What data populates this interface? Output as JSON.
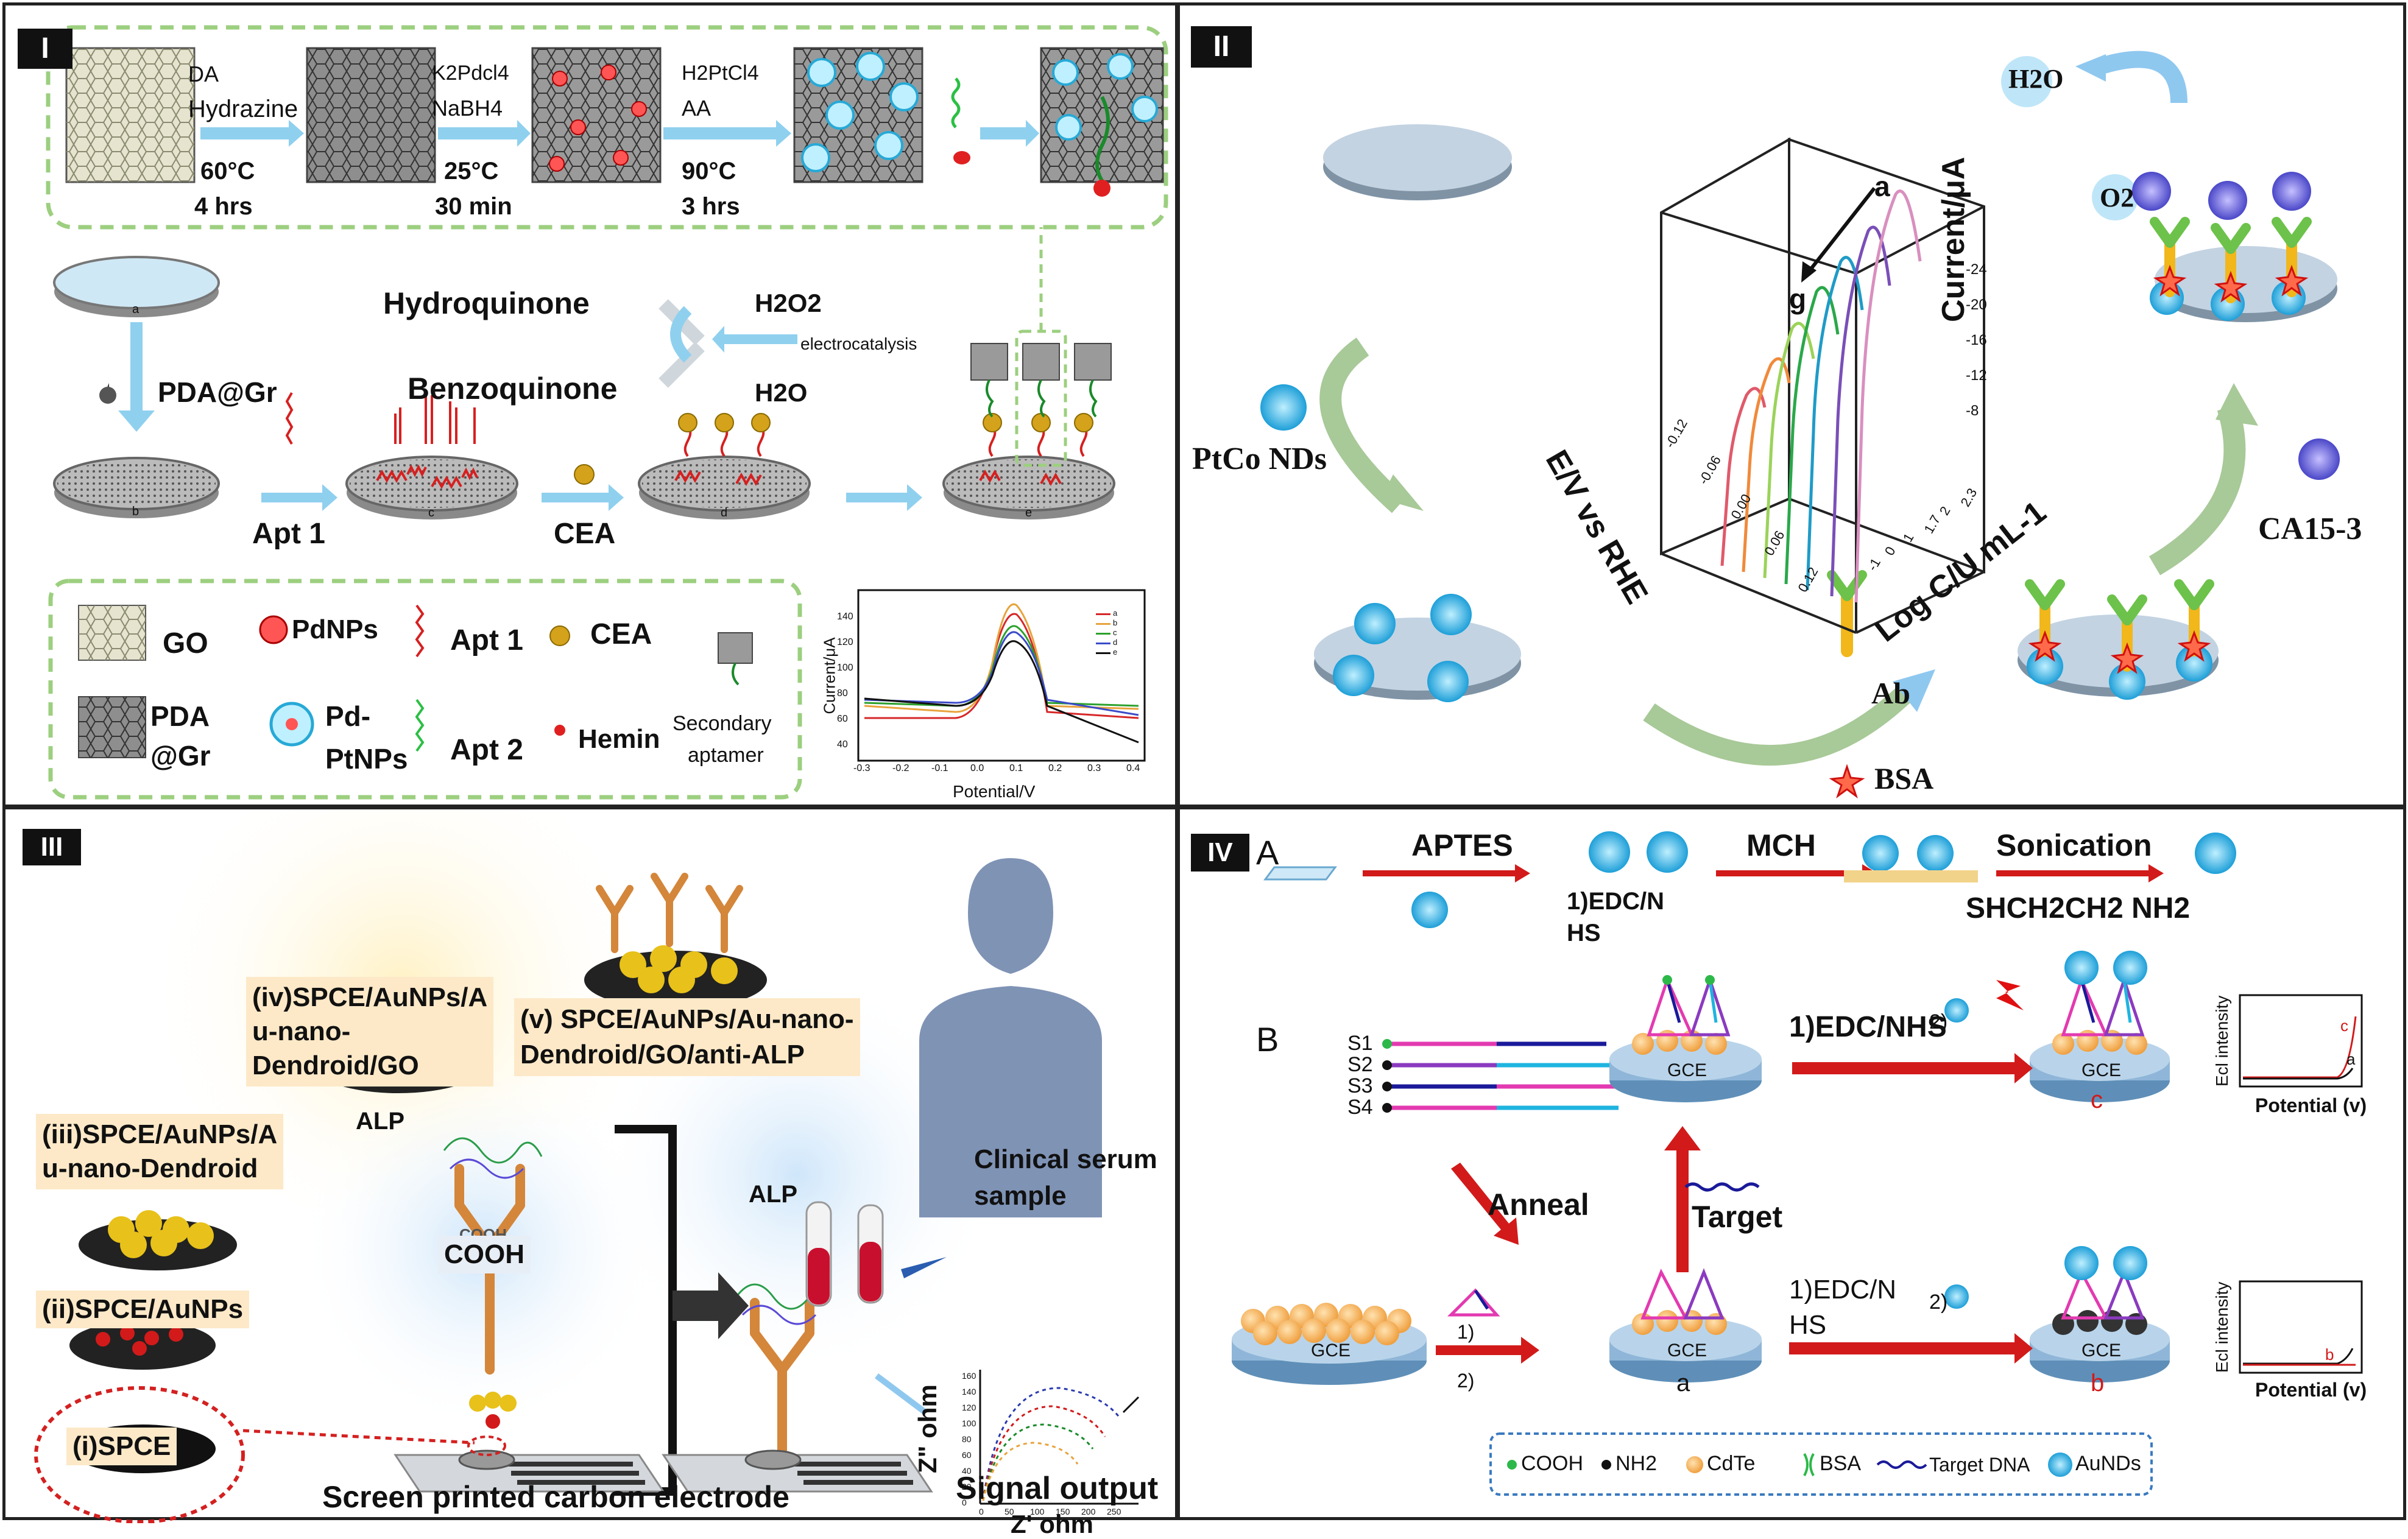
{
  "panels": {
    "p1": {
      "label": "I",
      "step1": {
        "reagent_a": "DA",
        "reagent_b": "Hydrazine",
        "temp": "60°C",
        "time": "4 hrs"
      },
      "step2": {
        "reagent_a": "K2Pdcl4",
        "reagent_b": "NaBH4",
        "temp": "25°C",
        "time": "30 min"
      },
      "step3": {
        "reagent_a": "H2PtCl4",
        "reagent_b": "AA",
        "temp": "90°C",
        "time": "3 hrs"
      },
      "pda_gr": "PDA@Gr",
      "apt1": "Apt 1",
      "cea": "CEA",
      "hydroquinone": "Hydroquinone",
      "benzoquinone": "Benzoquinone",
      "h2o2": "H2O2",
      "electrocatalysis": "electrocatalysis",
      "h2o": "H2O",
      "sub_labels": [
        "a",
        "b",
        "c",
        "d",
        "e"
      ],
      "legend": {
        "go": "GO",
        "pdnps": "PdNPs",
        "apt1": "Apt 1",
        "cea": "CEA",
        "pda_gr_a": "PDA",
        "pda_gr_b": "@Gr",
        "pd_ptnps_a": "Pd-",
        "pd_ptnps_b": "PtNPs",
        "apt2": "Apt 2",
        "hemin": "Hemin",
        "secondary_a": "Secondary",
        "secondary_b": "aptamer"
      },
      "inset": {
        "xlabel": "Potential/V",
        "ylabel": "Current/μA",
        "xticks": [
          "-0.3",
          "-0.2",
          "-0.1",
          "0.0",
          "0.1",
          "0.2",
          "0.3",
          "0.4"
        ],
        "yticks": [
          "40",
          "60",
          "80",
          "100",
          "120",
          "140"
        ],
        "legend": [
          "a",
          "b",
          "c",
          "d",
          "e"
        ],
        "colors": [
          "#d62728",
          "#e8a33d",
          "#2ca02c",
          "#3b4bc8",
          "#111111"
        ]
      }
    },
    "p2": {
      "label": "II",
      "ptco": "PtCo NDs",
      "h2o": "H2O",
      "o2": "O2",
      "ab": "Ab",
      "bsa": "BSA",
      "ca153": "CA15-3",
      "chart": {
        "label_a": "a",
        "label_g": "g",
        "zlabel": "Current/μA",
        "xlabel": "E/V vs RHE",
        "ylabel": "Log C/U mL-1",
        "zticks": [
          "-24",
          "-20",
          "-16",
          "-12",
          "-8"
        ],
        "xticks": [
          "-0.12",
          "-0.06",
          "0.00",
          "0.06",
          "0.12"
        ],
        "yticks": [
          "-1",
          "0",
          "1",
          "1.7",
          "2",
          "2.3"
        ],
        "colors": [
          "#e05a6a",
          "#f08a3c",
          "#9bd35a",
          "#2aa84a",
          "#1f9bc7",
          "#7a4fb8",
          "#d98fbf"
        ]
      }
    },
    "p3": {
      "label": "III",
      "s1": "(i)SPCE",
      "s2": "(ii)SPCE/AuNPs",
      "s3a": "(iii)SPCE/AuNPs/A",
      "s3b": "u-nano-Dendroid",
      "s4a": "(iv)SPCE/AuNPs/A",
      "s4b": "u-nano-",
      "s4c": "Dendroid/GO",
      "s5a": "(v) SPCE/AuNPs/Au-nano-",
      "s5b": "Dendroid/GO/anti-ALP",
      "alp1": "ALP",
      "alp2": "ALP",
      "cooh_top": "COOH",
      "cooh": "COOH",
      "clinical_a": "Clinical serum",
      "clinical_b": "sample",
      "z2": "Z\" ohm",
      "z1": "Z' ohm",
      "signal": "Signal output",
      "spce": "Screen printed carbon electrode",
      "nyq_xticks": [
        "0",
        "50",
        "100",
        "150",
        "200",
        "250"
      ],
      "nyq_yticks": [
        "0",
        "20",
        "40",
        "60",
        "80",
        "100",
        "120",
        "140",
        "160"
      ]
    },
    "p4": {
      "label": "IV",
      "sec_a": "A",
      "sec_b": "B",
      "aptes": "APTES",
      "edc1a": "1)EDC/N",
      "edc1b": "HS",
      "mch": "MCH",
      "sonication": "Sonication",
      "formula": "SHCH2CH2 NH2",
      "strands": [
        "S1",
        "S2",
        "S3",
        "S4"
      ],
      "anneal": "Anneal",
      "target": "Target",
      "gce": "GCE",
      "edcnhs": "1)EDC/NHS",
      "two": "2)",
      "edc3a": "1)EDC/N",
      "edc3b": "HS",
      "one_b": "1)",
      "two_b": "2)",
      "sub_a": "a",
      "sub_b": "b",
      "sub_c": "c",
      "ecl": "Ecl intensity",
      "potential": "Potential (v)",
      "legend": {
        "cooh": "COOH",
        "nh2": "NH2",
        "cdte": "CdTe",
        "bsa": "BSA",
        "dna": "Target DNA",
        "aunds": "AuNDs"
      }
    }
  }
}
